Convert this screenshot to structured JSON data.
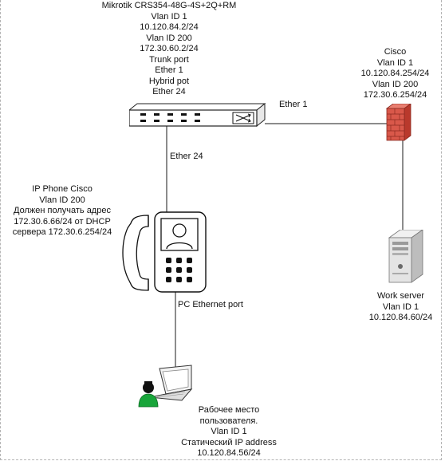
{
  "switch": {
    "lines": [
      "Mikrotik CRS354-48G-4S+2Q+RM",
      "Vlan ID 1",
      "10.120.84.2/24",
      "Vlan ID 200",
      "172.30.60.2/24",
      "Trunk port",
      "Ether 1",
      "Hybrid pot",
      "Ether 24"
    ],
    "icon": "network-switch-icon"
  },
  "router": {
    "lines": [
      "Cisco",
      "Vlan ID 1",
      "10.120.84.254/24",
      "Vlan ID 200",
      "172.30.6.254/24"
    ],
    "icon": "firewall-icon"
  },
  "server": {
    "lines": [
      "Work server",
      "Vlan ID 1",
      "10.120.84.60/24"
    ],
    "icon": "server-tower-icon"
  },
  "phone": {
    "lines": [
      "IP Phone Cisco",
      "Vlan ID 200",
      "Должен получать адрес",
      "172.30.6.66/24 от DHCP",
      "сервера 172.30.6.254/24"
    ],
    "icon": "ip-phone-icon"
  },
  "workstation": {
    "lines": [
      "Рабочее место",
      "пользователя.",
      "Vlan ID 1",
      "Статический IP address",
      "10.120.84.56/24"
    ],
    "icon": "laptop-user-icon"
  },
  "links": {
    "ether1": "Ether 1",
    "ether24": "Ether 24",
    "pc_port": "PC Ethernet port"
  },
  "colors": {
    "line": "#1a1a1a",
    "firewall": "#d9584a",
    "user": "#18a53a"
  }
}
